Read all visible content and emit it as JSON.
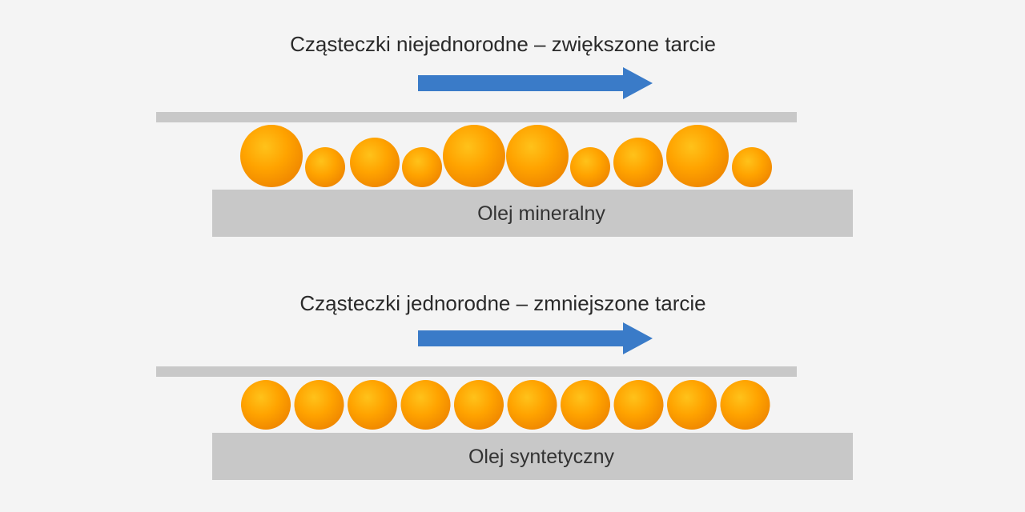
{
  "colors": {
    "background": "#f4f4f4",
    "arrow": "#3a7bc8",
    "arrow_dark": "#2d68ae",
    "plate": "#c8c8c8",
    "particle_light": "#ffc21a",
    "particle_mid": "#ffa300",
    "particle_dark": "#f18a00"
  },
  "icons": {
    "arrow": "right-arrow-icon",
    "particle": "orange-sphere"
  },
  "panels": [
    {
      "id": "mineral",
      "caption": "Cząsteczki niejednorodne – zwiększone tarcie",
      "base_label": "Olej mineralny",
      "particle_kind": "non-uniform",
      "particle_sizes": [
        "large",
        "small",
        "medium",
        "small",
        "large",
        "large",
        "small",
        "medium",
        "large",
        "small"
      ]
    },
    {
      "id": "synthetic",
      "caption": "Cząsteczki jednorodne – zmniejszone tarcie",
      "base_label": "Olej syntetyczny",
      "particle_kind": "uniform",
      "particle_sizes": [
        "medium",
        "medium",
        "medium",
        "medium",
        "medium",
        "medium",
        "medium",
        "medium",
        "medium",
        "medium"
      ]
    }
  ]
}
